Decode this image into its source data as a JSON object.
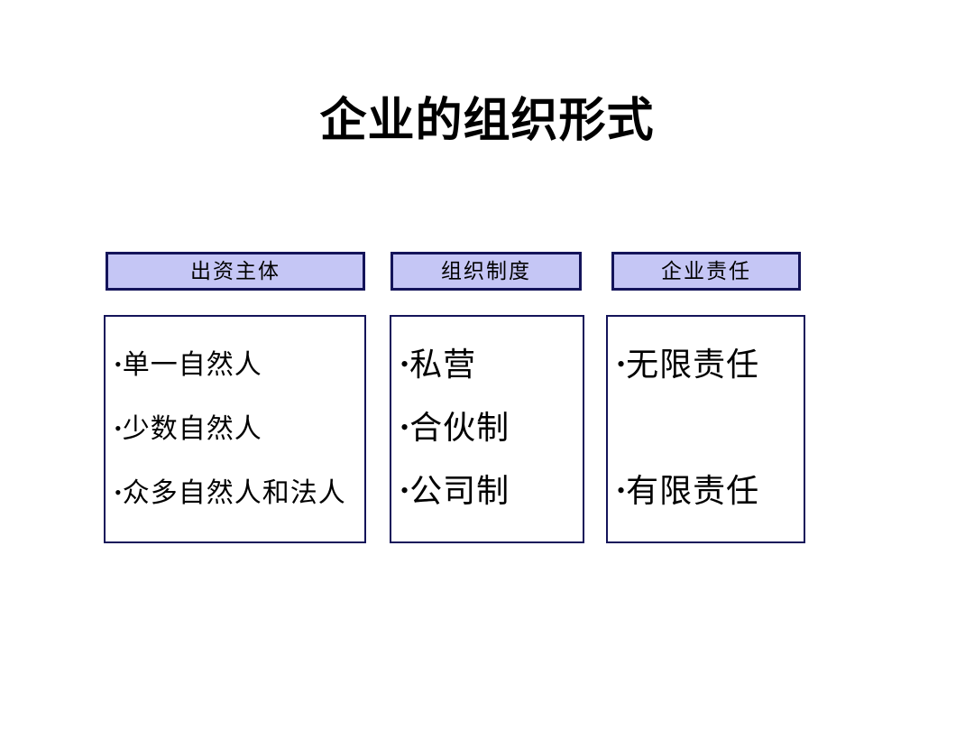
{
  "slide": {
    "title": "企业的组织形式",
    "background_color": "#ffffff",
    "accent_fill": "#c5c6f5",
    "accent_border": "#14145a",
    "text_color": "#000000",
    "bullet_glyph": "•"
  },
  "columns": [
    {
      "header": "出资主体",
      "items": [
        "单一自然人",
        "少数自然人",
        "众多自然人和法人"
      ]
    },
    {
      "header": "组织制度",
      "items": [
        "私营",
        "合伙制",
        "公司制"
      ]
    },
    {
      "header": "企业责任",
      "items": [
        "无限责任",
        "有限责任"
      ]
    }
  ]
}
